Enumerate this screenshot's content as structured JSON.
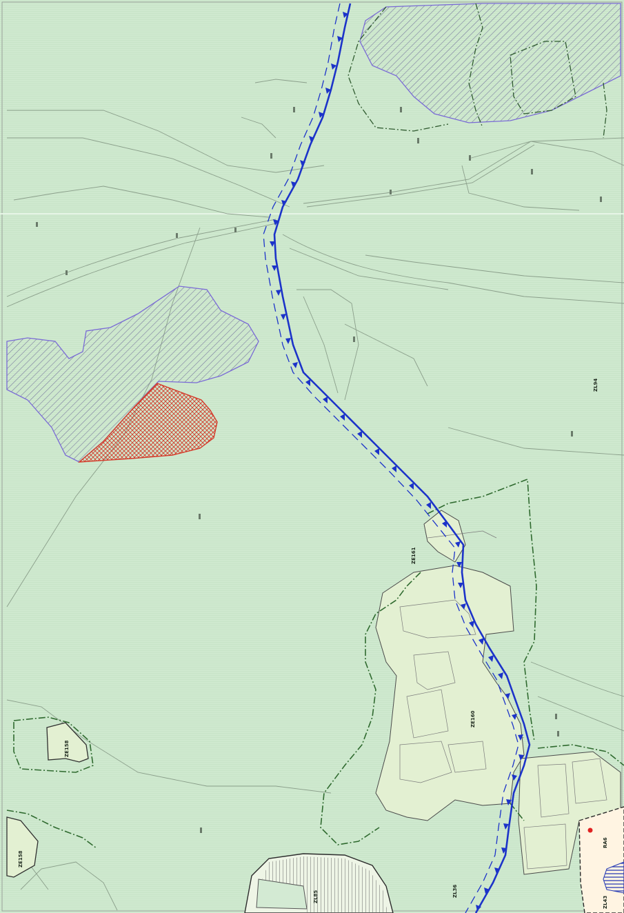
{
  "map": {
    "zone_labels": {
      "zl_east": "ZL94",
      "ze_161": "ZE161",
      "ze_160": "ZE160",
      "ze_158": "ZE158",
      "ze_158b": "ZE158",
      "zl_85": "ZL85",
      "zl_36": "ZL36",
      "ra_46": "RA6",
      "zl_lower_right": "ZL43"
    },
    "colors": {
      "forest_green": "#cfe9cf",
      "settlement_green": "#e3f0d2",
      "residential": "#fff4e2",
      "boundary_blue": "#1c33c9",
      "hatch_purple": "#7a6ad6",
      "hatch_red": "#d43a2a",
      "dash_green": "#2f6a2f",
      "marker_red": "#e02222"
    }
  }
}
